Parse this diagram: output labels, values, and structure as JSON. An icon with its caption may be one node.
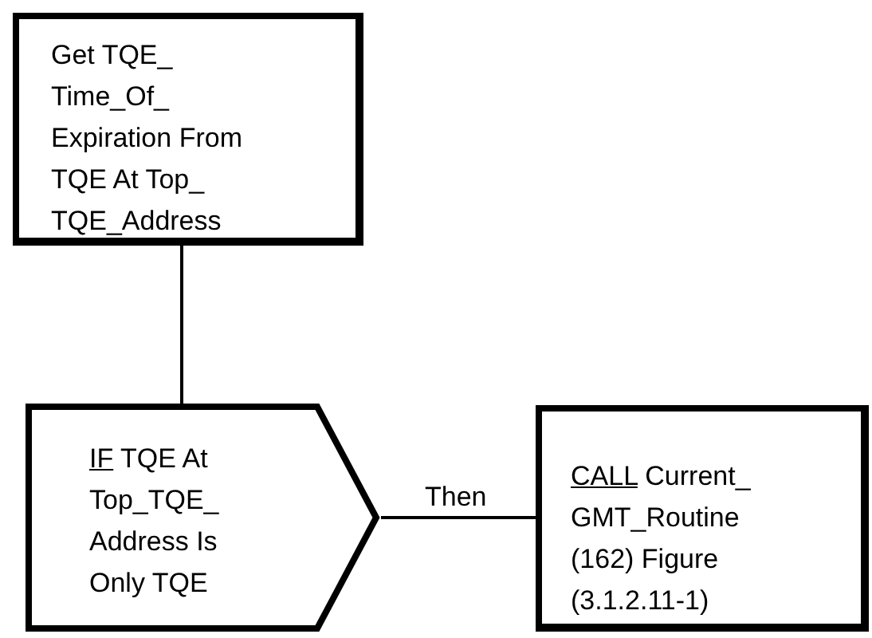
{
  "diagram": {
    "nodes": [
      {
        "text": [
          "Get TQE_ Time_Of_ Expiration From TQE At Top_ TQE_Address"
        ]
      },
      {
        "text": [
          "IF",
          "TQE At Top_TQE_ Address Is Only TQE"
        ]
      },
      {
        "text": [
          "CALL",
          "Current_ GMT_Routine (162) Figure (3.1.2.11-1)"
        ]
      }
    ],
    "edges": [
      {
        "from": 0,
        "to": 1,
        "arrow": "none"
      },
      {
        "from": 1,
        "to": 2,
        "arrow": "none",
        "label": "Then"
      }
    ]
  }
}
